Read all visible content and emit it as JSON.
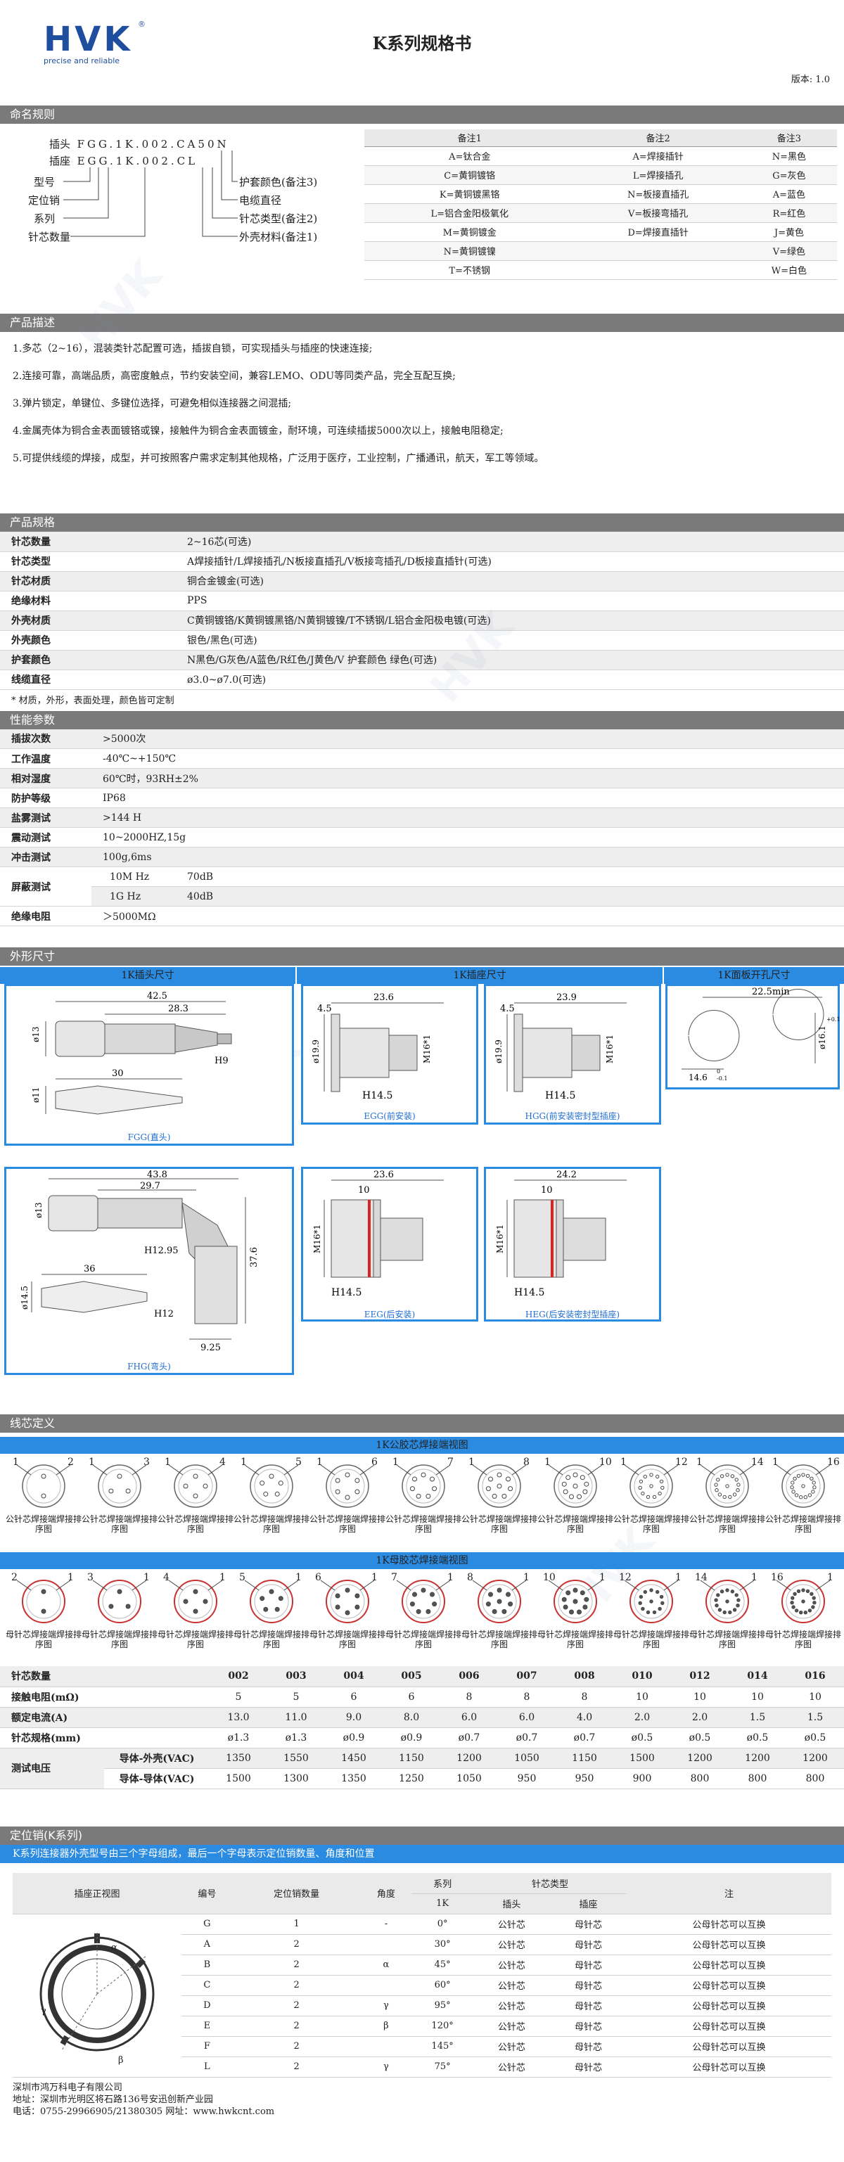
{
  "header": {
    "logo": "HVK",
    "logo_sub": "precise and reliable",
    "reg": "®",
    "title": "K系列规格书",
    "version": "版本: 1.0"
  },
  "sections": {
    "naming": "命名规则",
    "desc": "产品描述",
    "spec": "产品规格",
    "perf": "性能参数",
    "dims": "外形尺寸",
    "wiring": "线芯定义",
    "keying": "定位销(K系列)"
  },
  "naming": {
    "plug_label": "插头",
    "plug_code": "FGG.1K.002.CA50N",
    "socket_label": "插座",
    "socket_code": "EGG.1K.002.CL",
    "left": [
      "型号",
      "定位销",
      "系列",
      "针芯数量"
    ],
    "right": [
      "护套颜色(备注3)",
      "电缆直径",
      "针芯类型(备注2)",
      "外壳材料(备注1)"
    ]
  },
  "notes": {
    "headers": [
      "备注1",
      "备注2",
      "备注3"
    ],
    "rows": [
      [
        "A=钛合金",
        "A=焊接插针",
        "N=黑色"
      ],
      [
        "C=黄铜镀铬",
        "L=焊接插孔",
        "G=灰色"
      ],
      [
        "K=黄铜镀黑铬",
        "N=板接直插孔",
        "A=蓝色"
      ],
      [
        "L=铝合金阳极氧化",
        "V=板接弯插孔",
        "R=红色"
      ],
      [
        "M=黄铜镀金",
        "D=焊接直插针",
        "J=黄色"
      ],
      [
        "N=黄铜镀镍",
        "",
        "V=绿色"
      ],
      [
        "T=不锈钢",
        "",
        "W=白色"
      ]
    ]
  },
  "desc": [
    "1.多芯（2~16），混装类针芯配置可选，插拔自锁，可实现插头与插座的快速连接;",
    "2.连接可靠，高端品质，高密度触点，节约安装空间，兼容LEMO、ODU等同类产品，完全互配互换;",
    "3.弹片锁定，单键位、多键位选择，可避免相似连接器之间混插;",
    "4.金属壳体为铜合金表面镀铬或镍，接触件为铜合金表面镀金，耐环境，可连续插拔5000次以上，接触电阻稳定;",
    "5.可提供线缆的焊接，成型，并可按照客户需求定制其他规格，广泛用于医疗，工业控制，广播通讯，航天，军工等领域。"
  ],
  "spec": [
    [
      "针芯数量",
      "2~16芯(可选)"
    ],
    [
      "针芯类型",
      "A焊接插针/L焊接插孔/N板接直插孔/V板接弯插孔/D板接直插针(可选)"
    ],
    [
      "针芯材质",
      "铜合金镀金(可选)"
    ],
    [
      "绝缘材料",
      "PPS"
    ],
    [
      "外壳材质",
      "C黄铜镀铬/K黄铜镀黑铬/N黄铜镀镍/T不锈钢/L铝合金阳极电镀(可选)"
    ],
    [
      "外壳颜色",
      "银色/黑色(可选)"
    ],
    [
      "护套颜色",
      "N黑色/G灰色/A蓝色/R红色/J黄色/V 护套颜色 绿色(可选)"
    ],
    [
      "线缆直径",
      "ø3.0~ø7.0(可选)"
    ]
  ],
  "spec_note": "* 材质，外形，表面处理，颜色皆可定制",
  "perf": [
    [
      "插拔次数",
      "",
      ">5000次"
    ],
    [
      "工作温度",
      "",
      "-40℃~+150℃"
    ],
    [
      "相对湿度",
      "",
      "60℃时，93RH±2%"
    ],
    [
      "防护等级",
      "",
      "IP68"
    ],
    [
      "盐雾测试",
      "",
      ">144 H"
    ],
    [
      "震动测试",
      "",
      "10~2000HZ,15g"
    ],
    [
      "冲击测试",
      "",
      "100g,6ms"
    ],
    [
      "屏蔽测试",
      "10M Hz",
      "70dB"
    ],
    [
      "",
      "1G Hz",
      "40dB"
    ],
    [
      "绝缘电阻",
      "",
      "＞5000MΩ"
    ]
  ],
  "dims": {
    "bar_plug": "1K插头尺寸",
    "bar_socket": "1K插座尺寸",
    "bar_panel": "1K面板开孔尺寸",
    "fgg": {
      "caption": "FGG(直头)",
      "d1": "42.5",
      "d2": "28.3",
      "d3": "30",
      "d4": "ø13",
      "d5": "H9",
      "d6": "ø11"
    },
    "fhg": {
      "caption": "FHG(弯头)",
      "d1": "43.8",
      "d2": "29.7",
      "d3": "36",
      "d4": "ø13",
      "d5": "H12.95",
      "d6": "37.6",
      "d7": "H12",
      "d8": "9.25",
      "d9": "ø14.5"
    },
    "egg": {
      "caption": "EGG(前安装)",
      "d1": "23.6",
      "d2": "4.5",
      "d3": "ø19.9",
      "d4": "M16*1",
      "d5": "H14.5"
    },
    "hgg": {
      "caption": "HGG(前安装密封型插座)",
      "d1": "23.9",
      "d2": "4.5",
      "d3": "ø19.9",
      "d4": "M16*1",
      "d5": "H14.5"
    },
    "eeg": {
      "caption": "EEG(后安装)",
      "d1": "23.6",
      "d2": "10",
      "d3": "M16*1",
      "d4": "H14.5"
    },
    "heg": {
      "caption": "HEG(后安装密封型插座)",
      "d1": "24.2",
      "d2": "10",
      "d3": "M16*1",
      "d4": "H14.5"
    },
    "panel": {
      "d1": "22.5min",
      "d2": "ø16.1",
      "d3": "14.6",
      "sup1": "+0.1",
      "sup2": "0",
      "sup3": "-0.1"
    }
  },
  "wiring": {
    "male_bar": "1K公胶芯焊接端视图",
    "female_bar": "1K母胶芯焊接端视图",
    "male_label": "公针芯焊接端焊接排序图",
    "female_label": "母针芯焊接端焊接排序图",
    "counts": [
      "2",
      "3",
      "4",
      "5",
      "6",
      "7",
      "8",
      "10",
      "12",
      "14",
      "16"
    ],
    "table": {
      "headers": [
        "针芯数量",
        "002",
        "003",
        "004",
        "005",
        "006",
        "007",
        "008",
        "010",
        "012",
        "014",
        "016"
      ],
      "rows": [
        [
          "接触电阻(mΩ)",
          "5",
          "5",
          "6",
          "6",
          "8",
          "8",
          "8",
          "10",
          "10",
          "10",
          "10"
        ],
        [
          "额定电流(A)",
          "13.0",
          "11.0",
          "9.0",
          "8.0",
          "6.0",
          "6.0",
          "4.0",
          "2.0",
          "2.0",
          "1.5",
          "1.5"
        ],
        [
          "针芯规格(mm)",
          "ø1.3",
          "ø1.3",
          "ø0.9",
          "ø0.9",
          "ø0.7",
          "ø0.7",
          "ø0.7",
          "ø0.5",
          "ø0.5",
          "ø0.5",
          "ø0.5"
        ]
      ],
      "test_label": "测试电压",
      "test_rows": [
        [
          "导体-外壳(VAC)",
          "1350",
          "1550",
          "1450",
          "1150",
          "1200",
          "1050",
          "1150",
          "1500",
          "1200",
          "1200",
          "1200"
        ],
        [
          "导体-导体(VAC)",
          "1500",
          "1300",
          "1350",
          "1250",
          "1050",
          "950",
          "950",
          "900",
          "800",
          "800",
          "800"
        ]
      ]
    }
  },
  "keying": {
    "banner": "K系列连接器外壳型号由三个字母组成，最后一个字母表示定位销数量、角度和位置",
    "h": [
      "插座正视图",
      "编号",
      "定位销数量",
      "角度",
      "系列",
      "针芯类型",
      "注"
    ],
    "sub": [
      "1K",
      "插头",
      "插座"
    ],
    "rows": [
      [
        "G",
        "1",
        "-",
        "0°",
        "公针芯",
        "母针芯",
        "公母针芯可以互换"
      ],
      [
        "A",
        "2",
        "",
        "30°",
        "公针芯",
        "母针芯",
        "公母针芯可以互换"
      ],
      [
        "B",
        "2",
        "α",
        "45°",
        "公针芯",
        "母针芯",
        "公母针芯可以互换"
      ],
      [
        "C",
        "2",
        "",
        "60°",
        "公针芯",
        "母针芯",
        "公母针芯可以互换"
      ],
      [
        "D",
        "2",
        "γ",
        "95°",
        "公针芯",
        "母针芯",
        "公母针芯可以互换"
      ],
      [
        "E",
        "2",
        "β",
        "120°",
        "公针芯",
        "母针芯",
        "公母针芯可以互换"
      ],
      [
        "F",
        "2",
        "",
        "145°",
        "公针芯",
        "母针芯",
        "公母针芯可以互换"
      ],
      [
        "L",
        "2",
        "γ",
        "75°",
        "公针芯",
        "母针芯",
        "公母针芯可以互换"
      ]
    ],
    "angles": [
      "α",
      "β",
      "γ"
    ]
  },
  "footer": {
    "company": "深圳市鸿万科电子有限公司",
    "address": "地址：深圳市光明区将石路136号安迅创新产业园",
    "contact": "电话：0755-29966905/21380305   网址：www.hwkcnt.com"
  }
}
